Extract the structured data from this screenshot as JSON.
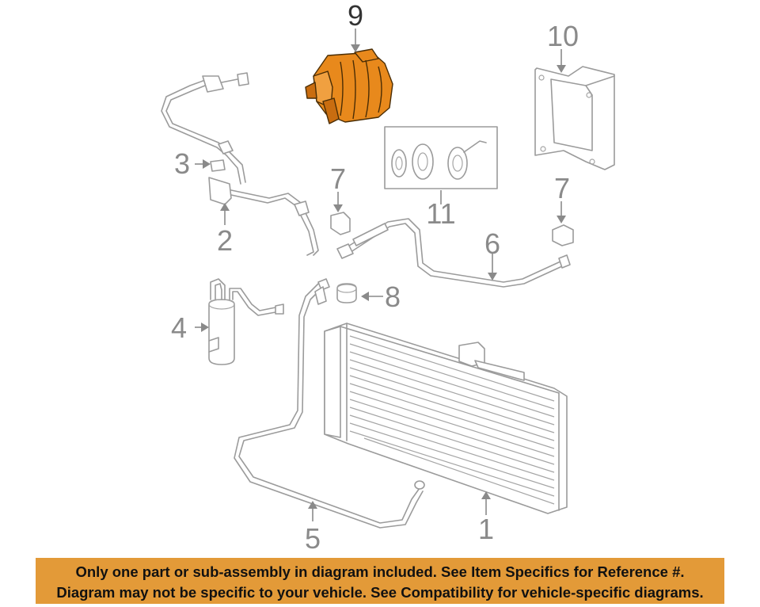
{
  "callouts": {
    "c1": "1",
    "c2": "2",
    "c3": "3",
    "c4": "4",
    "c5": "5",
    "c6": "6",
    "c7a": "7",
    "c7b": "7",
    "c8": "8",
    "c9": "9",
    "c10": "10",
    "c11": "11"
  },
  "highlighted_part": "9",
  "colors": {
    "highlight": "#e8891c",
    "banner": "#e39a38",
    "linework": "#9b9b9b"
  },
  "banner": {
    "line1": "Only one part or sub-assembly in diagram included. See Item Specifics for Reference #.",
    "line2": "Diagram may not be specific to your vehicle. See Compatibility for vehicle-specific diagrams."
  }
}
